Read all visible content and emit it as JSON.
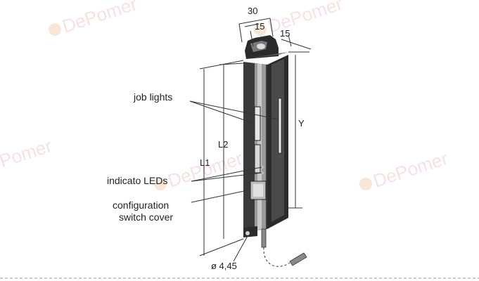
{
  "dimensions": {
    "top_width": "30",
    "top_partial": "15",
    "depth": "15",
    "height_y": "Y",
    "length_l2": "L2",
    "length_l1_partial": "L1",
    "hole_diameter": "ø 4,45"
  },
  "labels": {
    "job_lights": "job lights",
    "indicator_leds_partial": "indicato   LEDs",
    "config_line1": "configuration",
    "config_line2": "switch cover"
  },
  "watermark": {
    "brand": "DePomer",
    "brand_partial": "Pomer"
  },
  "colors": {
    "housing_dark": "#2b2b2b",
    "housing_mid": "#4a4a4a",
    "housing_light": "#9a9a9a",
    "watermark": "#f4c9c9",
    "watermark_accent": "#e05a5a"
  }
}
